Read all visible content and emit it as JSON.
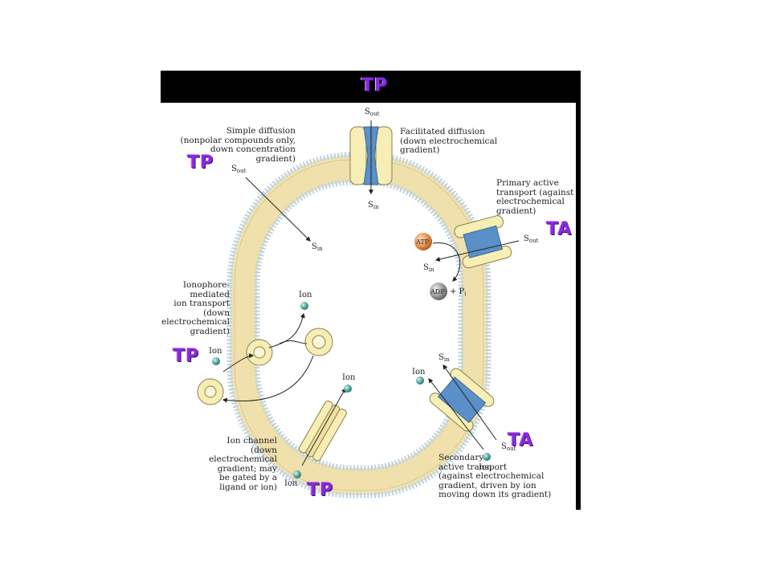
{
  "header_tag": "TP",
  "tags": {
    "simple": "TP",
    "primary": "TA",
    "ionophore": "TP",
    "secondary": "TA",
    "channel": "TP"
  },
  "labels": {
    "simple_diffusion": "Simple diffusion\n(nonpolar compounds only,\ndown concentration\ngradient)",
    "facilitated": "Facilitated diffusion\n(down electrochemical\ngradient)",
    "primary_active": "Primary active\ntransport (against\nelectrochemical\ngradient)",
    "ionophore": "Ionophore-\nmediated\nion transport\n(down\nelectrochemical\ngradient)",
    "ion_channel": "Ion channel\n(down\nelectrochemical\ngradient; may\nbe gated by a\nligand or ion)",
    "secondary_active": "Secondary\nactive transport\n(against electrochemical\ngradient, driven by ion\nmoving down its gradient)"
  },
  "species": {
    "s": "S",
    "out": "out",
    "in": "in",
    "ion": "Ion",
    "atp": "ATP",
    "adp": "ADP",
    "plus_pi": "+ P",
    "pi_sub": "i"
  },
  "colors": {
    "tag": "#8a2be2",
    "membrane": "#f1e4b5",
    "lipid_head": "#b9d2ea",
    "protein": "#f6eeb4",
    "channel": "#5b8fc7",
    "ion": "#4ea99c",
    "atp": "#e8904a",
    "adp": "#9a9a9a"
  }
}
